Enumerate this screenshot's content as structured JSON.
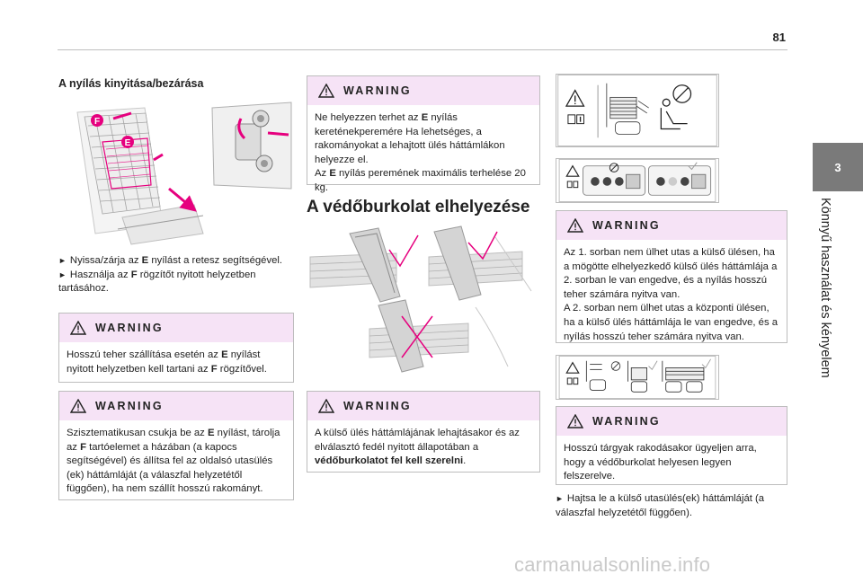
{
  "page": {
    "number": "81",
    "chapter_number": "3",
    "chapter_title": "Könnyű használat és kényelem"
  },
  "col1": {
    "heading": "A nyílás kinyitása/bezárása",
    "illustration_labels": {
      "f": "F",
      "e": "E"
    },
    "instructions": [
      {
        "arrow": "►",
        "pre": "Nyissa/zárja az ",
        "bold": "E",
        "post": " nyílást a retesz segítségével."
      },
      {
        "arrow": "►",
        "pre": "Használja az ",
        "bold": "F",
        "post": " rögzítőt nyitott helyzetben tartásához."
      }
    ],
    "warning1": {
      "title": "WARNING",
      "t1": "Hosszú teher szállítása esetén az ",
      "b1": "E",
      "t2": " nyílást nyitott helyzetben kell tartani az ",
      "b2": "F",
      "t3": " rögzítővel."
    },
    "warning2": {
      "title": "WARNING",
      "t1": "Szisztematikusan csukja be az ",
      "b1": "E",
      "t2": " nyílást, tárolja az ",
      "b2": "F",
      "t3": " tartóelemet a házában (a kapocs segítségével) és állítsa fel az oldalsó utasülés (ek) háttámláját (a válaszfal helyzetétől függően), ha nem szállít hosszú rakományt."
    }
  },
  "col2": {
    "warning1": {
      "title": "WARNING",
      "t1": "Ne helyezzen terhet az ",
      "b1": "E",
      "t2": " nyílás kereténekperemére Ha lehetséges, a rakományokat a lehajtott ülés háttámlákon helyezze el.",
      "t3": "Az ",
      "b2": "E",
      "t4": " nyílás peremének maximális terhelése 20 kg."
    },
    "heading": "A védőburkolat elhelyezése",
    "warning2": {
      "title": "WARNING",
      "t1": "A külső ülés háttámlájának lehajtásakor és az elválasztó fedél nyitott állapotában a ",
      "b1": "védőburkolatot fel kell szerelni",
      "t2": "."
    }
  },
  "col3": {
    "warning1": {
      "title": "WARNING",
      "lines": [
        "Az 1. sorban nem ülhet utas a külső ülésen, ha a mögötte elhelyezkedő külső ülés háttámlája a 2. sorban le van engedve, és a nyílás hosszú teher számára nyitva van.",
        "A 2. sorban nem ülhet utas a központi ülésen, ha a külső ülés háttámlája le van engedve, és a nyílás hosszú teher számára nyitva van."
      ]
    },
    "warning2": {
      "title": "WARNING",
      "text": "Hosszú tárgyak rakodásakor ügyeljen arra, hogy a védőburkolat helyesen legyen felszerelve."
    },
    "instruction": {
      "arrow": "►",
      "text": "Hajtsa le a külső utasülés(ek) háttámláját (a válaszfal helyzetétől függően)."
    }
  },
  "watermark": "carmanualsonline.info",
  "colors": {
    "magenta": "#e6007e",
    "warn_header": "#f6e3f6",
    "tab": "#7a7a7a"
  }
}
